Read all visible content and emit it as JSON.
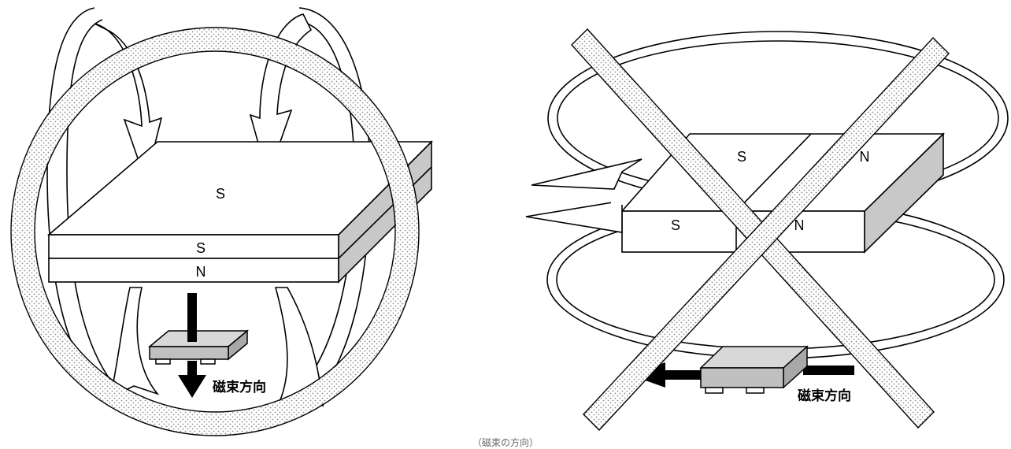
{
  "left_diagram": {
    "top_face_label": "S",
    "upper_layer_label": "S",
    "lower_layer_label": "N",
    "caption": "磁束方向",
    "verdict": "correct"
  },
  "right_diagram": {
    "left_top_label": "S",
    "right_top_label": "N",
    "left_front_label": "S",
    "right_front_label": "N",
    "caption": "磁束方向",
    "verdict": "incorrect"
  },
  "bottom_caption": "（磁束の方向）",
  "colors": {
    "line": "#000000",
    "side_face": "#c8c8c8",
    "sensor_body": "#c0c0c0",
    "dot_pattern": "#8a8a8a"
  }
}
